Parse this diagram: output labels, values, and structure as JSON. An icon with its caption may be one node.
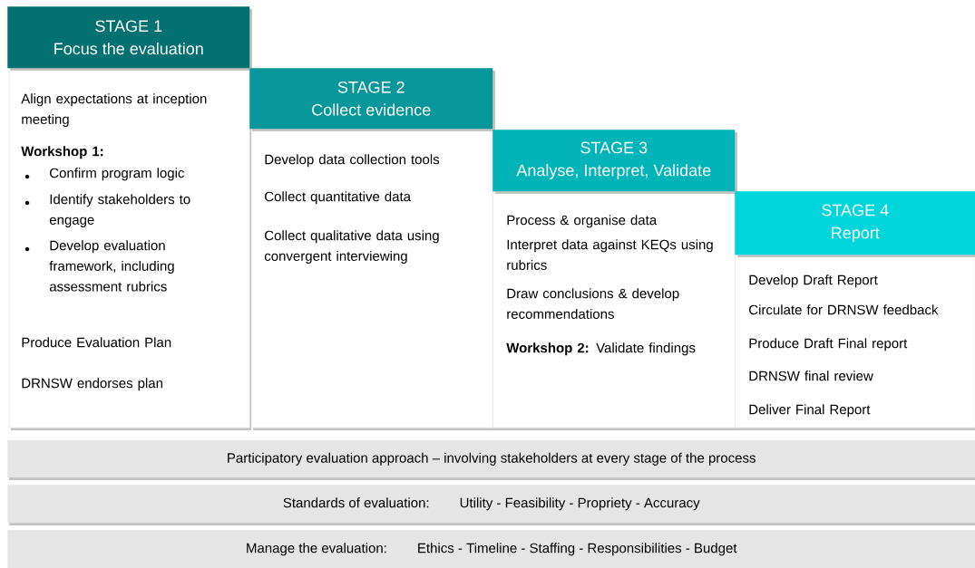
{
  "diagram": {
    "nodes": [
      {
        "text": [
          "STAGE 1",
          "Focus the evaluation"
        ]
      },
      {
        "text": [
          "Align expectations at inception meeting",
          "Workshop 1:",
          "Confirm program logic",
          "Identify stakeholders to engage",
          "Develop evaluation framework, including assessment rubrics",
          "Produce Evaluation Plan",
          "DRNSW endorses plan"
        ]
      },
      {
        "text": [
          "STAGE 2",
          "Collect evidence"
        ]
      },
      {
        "text": [
          "Develop data collection tools",
          "Collect quantitative data",
          "Collect qualitative data using convergent interviewing"
        ]
      },
      {
        "text": [
          "STAGE 3",
          "Analyse, Interpret, Validate"
        ]
      },
      {
        "text": [
          "Process & organise data",
          "Interpret data against KEQs using rubrics",
          "Draw conclusions & develop recommendations",
          "**Workshop 2:** Validate findings"
        ]
      },
      {
        "text": [
          "STAGE 4",
          "Report"
        ]
      },
      {
        "text": [
          "Develop Draft Report",
          "Circulate for DRNSW feedback",
          "Produce Draft Final report",
          "DRNSW final review",
          "Deliver Final Report"
        ]
      },
      {
        "text": [
          "Participatory evaluation approach – involving stakeholders at every stage of the process"
        ]
      },
      {
        "text": [
          "Standards of evaluation:",
          "Utility - Feasibility - Propriety - Accuracy"
        ]
      },
      {
        "text": [
          "Manage the evaluation:",
          "Ethics - Timeline - Staffing - Responsibilities - Budget"
        ]
      }
    ]
  }
}
